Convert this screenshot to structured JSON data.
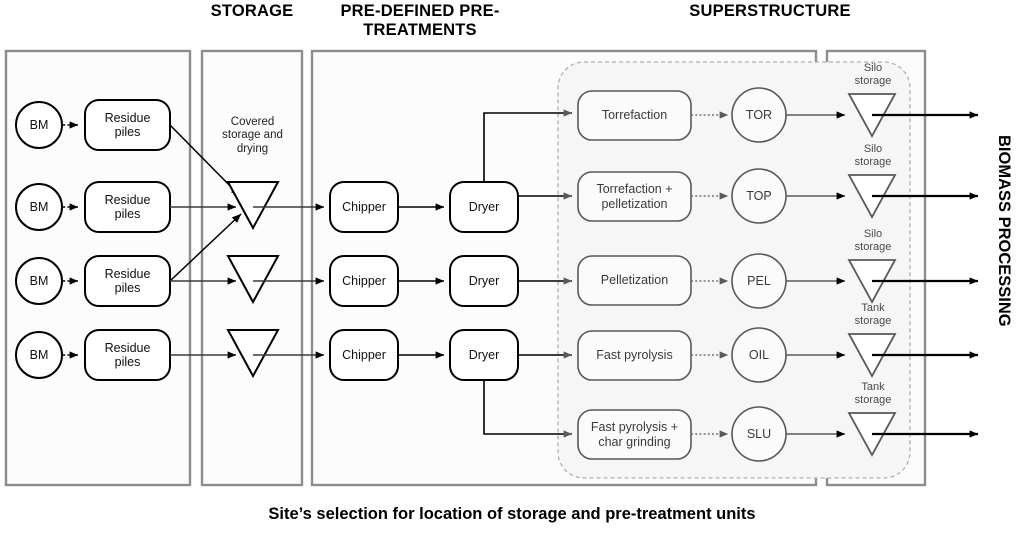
{
  "titles": {
    "storage": "STORAGE",
    "pretreatments": "PRE-DEFINED PRE-TREATMENTS",
    "superstructure": "SUPERSTRUCTURE"
  },
  "side_label": "BIOMASS PROCESSING",
  "bottom_caption": "Site’s selection for location of storage and pre-treatment units",
  "supply_rows": [
    {
      "source": "BM",
      "buffer": "Residue\npiles"
    },
    {
      "source": "BM",
      "buffer": "Residue\npiles"
    },
    {
      "source": "BM",
      "buffer": "Residue\npiles"
    },
    {
      "source": "BM",
      "buffer": "Residue\npiles"
    }
  ],
  "storage_panel": {
    "note": "Covered\nstorage and\ndrying",
    "units_count": 3
  },
  "pretreatment_lines": [
    {
      "chipper": "Chipper",
      "dryer": "Dryer"
    },
    {
      "chipper": "Chipper",
      "dryer": "Dryer"
    },
    {
      "chipper": "Chipper",
      "dryer": "Dryer"
    }
  ],
  "superstructure_rows": [
    {
      "process": "Torrefaction",
      "code": "TOR",
      "storage": "Silo\nstorage"
    },
    {
      "process": "Torrefaction +\npelletization",
      "code": "TOP",
      "storage": "Silo\nstorage"
    },
    {
      "process": "Pelletization",
      "code": "PEL",
      "storage": "Silo\nstorage"
    },
    {
      "process": "Fast pyrolysis",
      "code": "OIL",
      "storage": "Tank\nstorage"
    },
    {
      "process": "Fast pyrolysis +\nchar grinding",
      "code": "SLU",
      "storage": "Tank\nstorage"
    }
  ],
  "colors": {
    "panel_border": "#8c8c8c",
    "panel_fill": "#fcfcfc",
    "superstructure_fill": "#f7f7f7",
    "dashed_border": "#b0b0b0",
    "node_stroke_dark": "#000000",
    "node_stroke_light": "#585858",
    "arrow_dark": "#000000",
    "arrow_light": "#5a5a5a",
    "text_dark": "#111111",
    "text_light": "#3a3a3a"
  }
}
